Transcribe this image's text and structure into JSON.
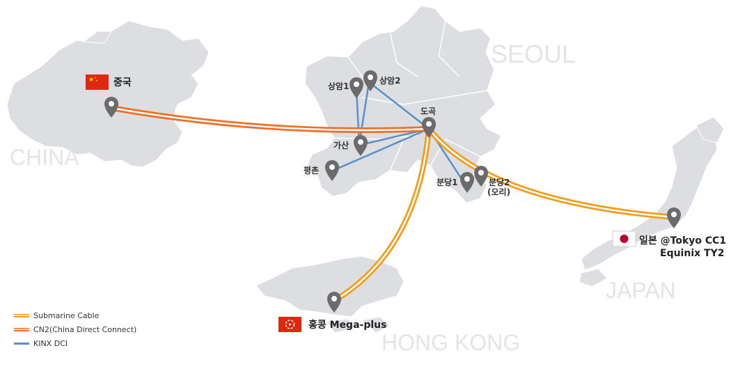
{
  "regions": {
    "seoul": "SEOUL",
    "china": "CHINA",
    "japan": "JAPAN",
    "hongkong": "HONG KONG"
  },
  "sites": {
    "sangam1": "상암1",
    "sangam2": "상암2",
    "dogok": "도곡",
    "gasan": "가산",
    "pyeongchon": "평촌",
    "bundang1": "분당1",
    "bundang2_line1": "분당2",
    "bundang2_line2": "(오리)",
    "china": "중국",
    "japan_line1": "일본 @Tokyo CC1",
    "japan_line2": "Equinix TY2",
    "hongkong": "홍콩 Mega-plus"
  },
  "legend": {
    "submarine": "Submarine Cable",
    "cn2": "CN2(China Direct Connect)",
    "kinx": "KINX DCI"
  },
  "colors": {
    "submarine": "#f39c1a",
    "cn2": "#ef6f24",
    "kinx": "#5b8fc9",
    "land": "#dcdee1",
    "pin": "#6b6b6b"
  }
}
